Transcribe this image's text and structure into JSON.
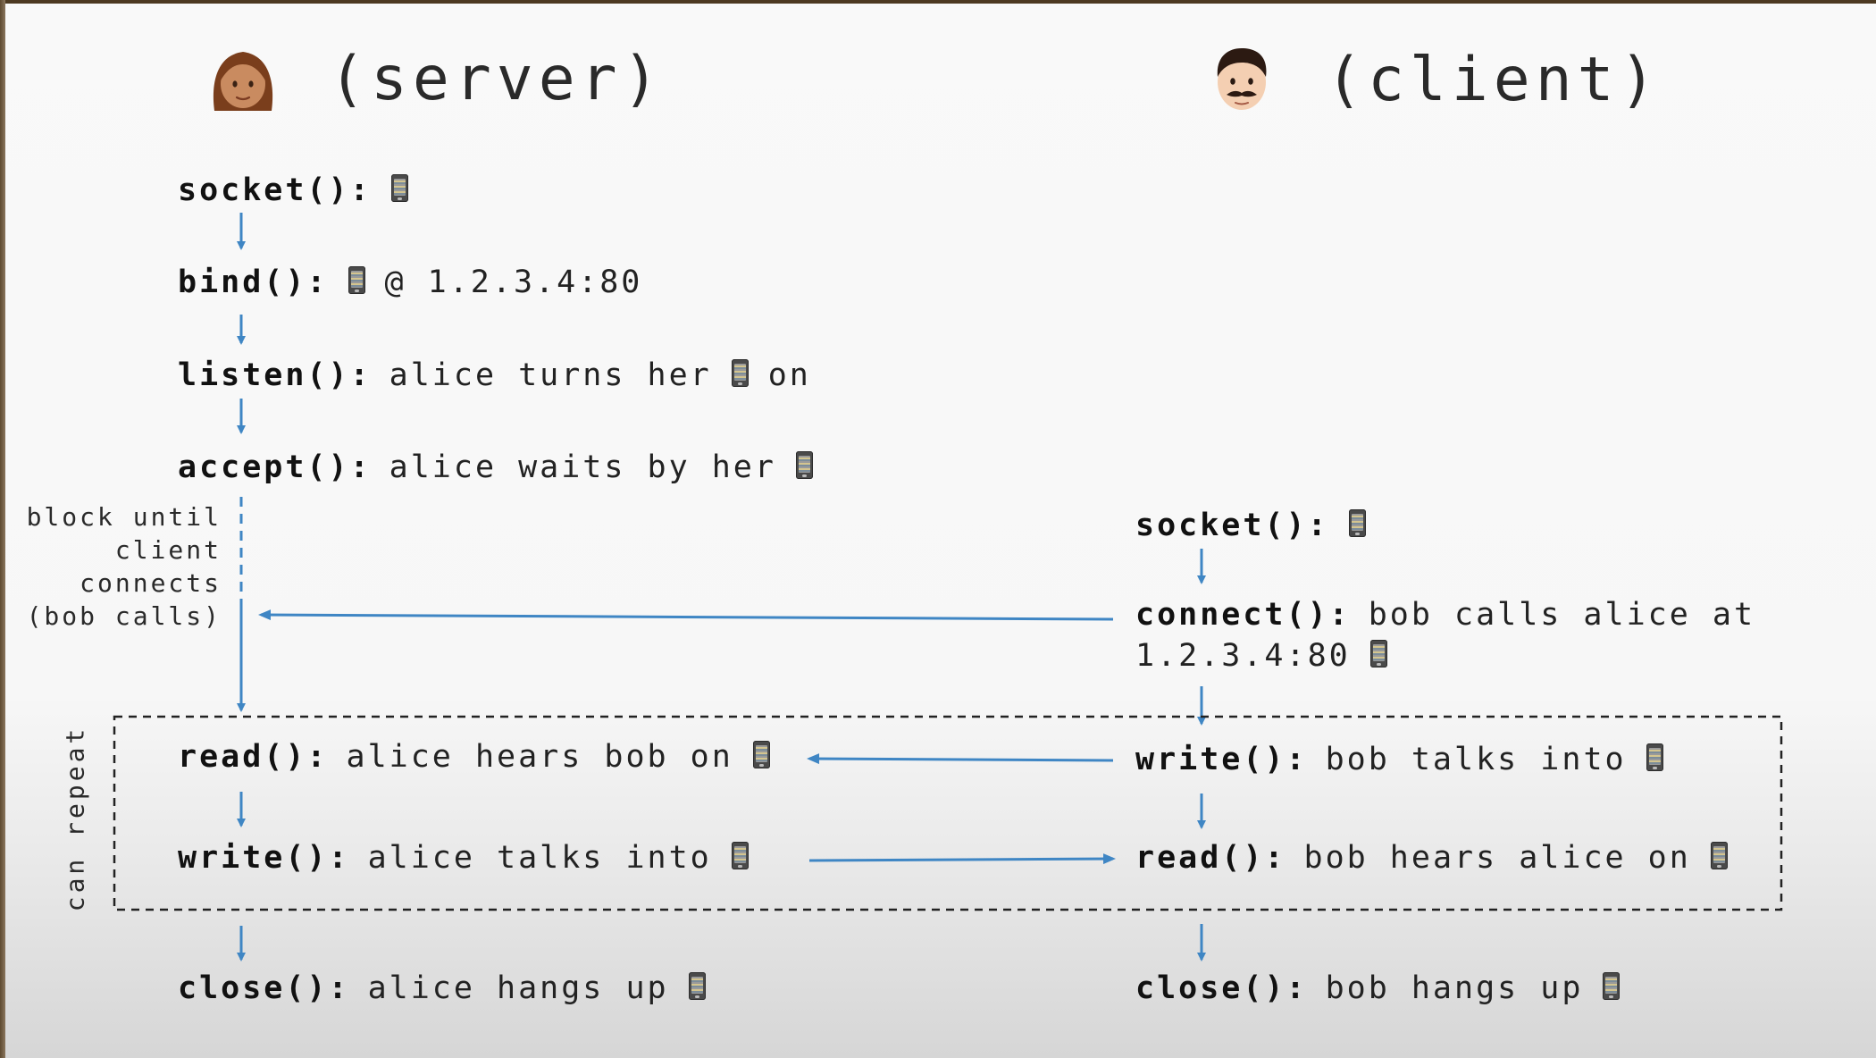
{
  "server": {
    "header": "(server)",
    "avatar": "woman"
  },
  "client": {
    "header": "(client)",
    "avatar": "man-with-mustache"
  },
  "server_steps": [
    {
      "fn": "socket():",
      "text": ""
    },
    {
      "fn": "bind():",
      "text": "@ 1.2.3.4:80"
    },
    {
      "fn": "listen():",
      "text": "alice turns her",
      "text_after": "on"
    },
    {
      "fn": "accept():",
      "text": "alice waits by her"
    },
    {
      "fn": "read():",
      "text": "alice hears bob on"
    },
    {
      "fn": "write():",
      "text": "alice talks into"
    },
    {
      "fn": "close():",
      "text": "alice hangs up"
    }
  ],
  "client_steps": [
    {
      "fn": "socket():",
      "text": ""
    },
    {
      "fn": "connect():",
      "text": "bob calls alice at",
      "text_line2": "1.2.3.4:80"
    },
    {
      "fn": "write():",
      "text": "bob talks into"
    },
    {
      "fn": "read():",
      "text": "bob hears alice on"
    },
    {
      "fn": "close():",
      "text": "bob hangs up"
    }
  ],
  "block_note": [
    "block until",
    "client",
    "connects",
    "(bob calls)"
  ],
  "repeat_label": "can repeat",
  "icons": {
    "phone": "phone-icon",
    "woman": "woman-emoji-icon",
    "man": "man-emoji-icon"
  },
  "colors": {
    "arrow": "#3f86c4",
    "text": "#1d1d1d",
    "box_border": "#222222"
  }
}
